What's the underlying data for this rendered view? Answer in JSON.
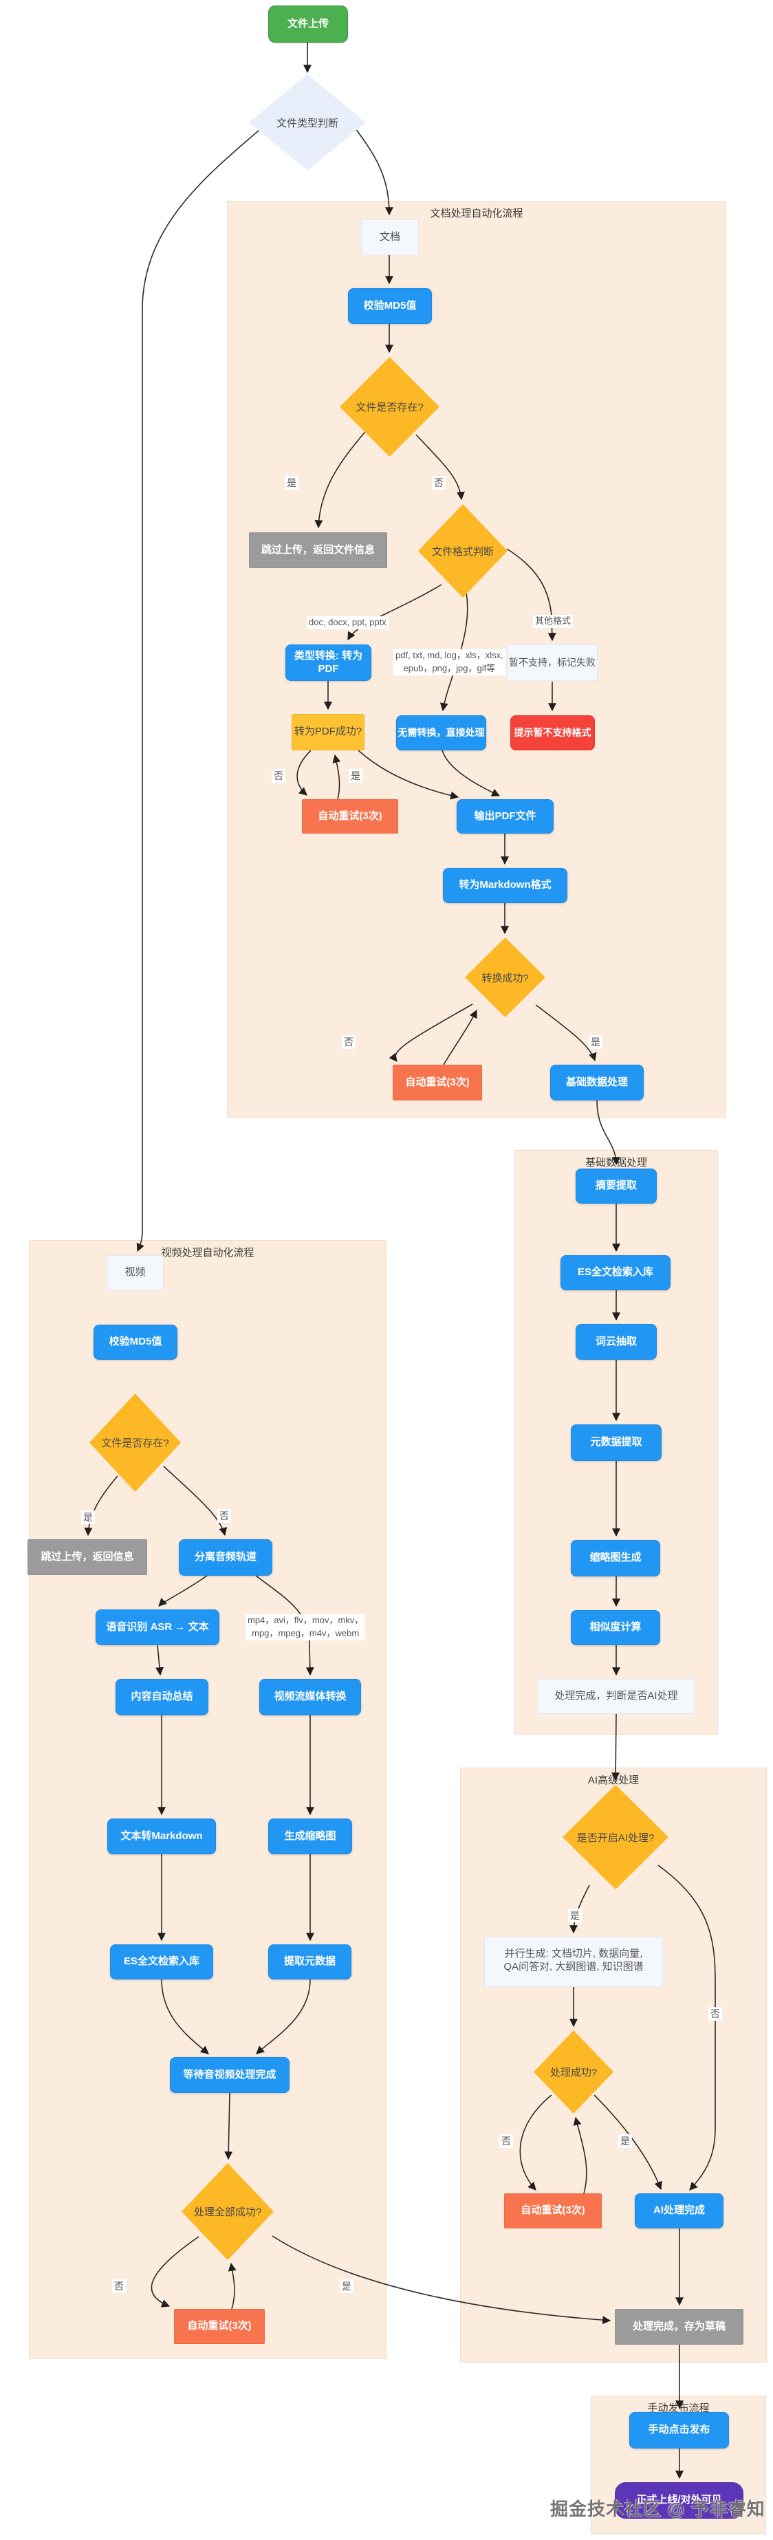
{
  "sections": {
    "doc": {
      "title": "文档处理自动化流程"
    },
    "basic": {
      "title": "基础数据处理"
    },
    "video": {
      "title": "视频处理自动化流程"
    },
    "ai": {
      "title": "AI高级处理"
    },
    "publish": {
      "title": "手动发布流程"
    }
  },
  "nodes": {
    "upload": "文件上传",
    "file_type": "文件类型判断",
    "doc_entry": "文档",
    "doc_md5": "校验MD5值",
    "doc_exists": "文件是否存在?",
    "doc_skip": "跳过上传，返回文件信息",
    "format_check": "文件格式判断",
    "convert_pdf": "类型转换: 转为PDF",
    "not_support": "暂不支持，标记失败",
    "pdf_ok": "转为PDF成功?",
    "no_convert": "无需转换，直接处理",
    "notice_unsupported": "提示暂不支持格式",
    "retry_pdf": "自动重试(3次)",
    "output_pdf": "输出PDF文件",
    "to_markdown": "转为Markdown格式",
    "md_ok": "转换成功?",
    "retry_md": "自动重试(3次)",
    "basic_process": "基础数据处理",
    "summary": "摘要提取",
    "es_index": "ES全文检索入库",
    "wordcloud": "词云抽取",
    "metadata": "元数据提取",
    "thumbnail": "缩略图生成",
    "similarity": "相似度计算",
    "basic_done": "处理完成，判断是否AI处理",
    "video_entry": "视频",
    "video_md5": "校验MD5值",
    "video_exists": "文件是否存在?",
    "video_skip": "跳过上传，返回信息",
    "split_audio": "分离音频轨道",
    "asr": "语音识别 ASR → 文本",
    "auto_summary": "内容自动总结",
    "stream_convert": "视频流媒体转换",
    "text_md": "文本转Markdown",
    "gen_thumb": "生成缩略图",
    "video_es": "ES全文检索入库",
    "extract_meta": "提取元数据",
    "wait_av": "等待音视频处理完成",
    "all_ok": "处理全部成功?",
    "retry_video": "自动重试(3次)",
    "ai_enabled": "是否开启AI处理?",
    "parallel_gen": {
      "line1": "并行生成: 文档切片, 数据向量,",
      "line2": "QA问答对, 大纲图谱, 知识图谱"
    },
    "ai_ok": "处理成功?",
    "retry_ai": "自动重试(3次)",
    "ai_done": "AI处理完成",
    "save_draft": "处理完成，存为草稿",
    "manual_publish": "手动点击发布",
    "online": "正式上线/对外可见"
  },
  "edge_labels": {
    "yes1": "是",
    "no1": "否",
    "fmt_doc": "doc, docx, ppt, pptx",
    "fmt_pdf": {
      "line1": "pdf, txt, md, log，xls，xlsx,",
      "line2": "epub，png，jpg，gif等"
    },
    "fmt_other": "其他格式",
    "no2": "否",
    "yes2": "是",
    "no3": "否",
    "yes3": "是",
    "yes4": "是",
    "no4": "否",
    "fmt_video": {
      "line1": "mp4，avi，flv，mov，mkv，",
      "line2": "mpg，mpeg，m4v，webm"
    },
    "yes5": "是",
    "no5": "否",
    "no6": "否",
    "yes6": "是",
    "no7": "否",
    "yes7": "是"
  },
  "watermark": "掘金技术社区 @ 予非睿知",
  "colors": {
    "start_green": "#4caf50",
    "process_blue": "#2196f3",
    "decision_yellow": "#fcb825",
    "terminal_gray": "#9b9b9b",
    "retry_orange": "#f7744e",
    "error_red": "#f4433a",
    "final_purple": "#5d35b8",
    "neutral_light": "#f4f8fd",
    "section_bg": "#fcecdd"
  }
}
